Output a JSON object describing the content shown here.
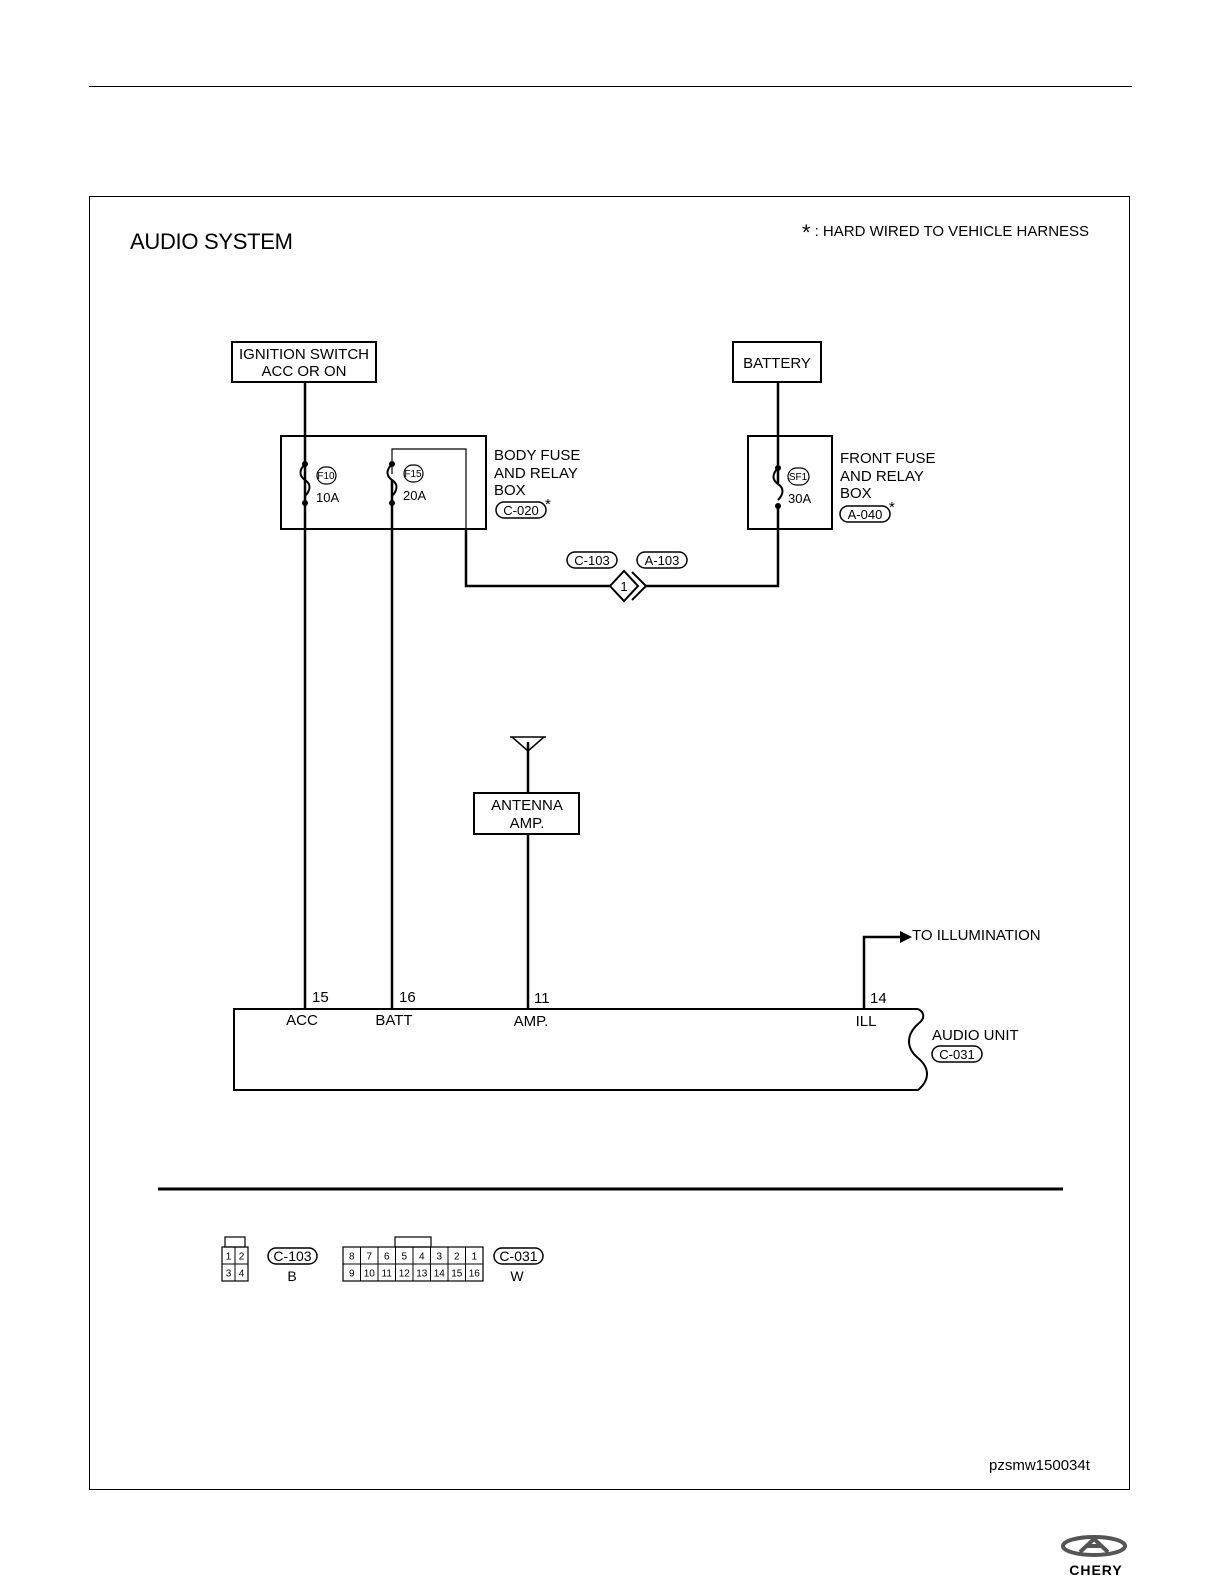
{
  "title": "AUDIO SYSTEM",
  "note": {
    "symbol": "*",
    "text": ": HARD WIRED TO VEHICLE HARNESS"
  },
  "doc_id": "pzsmw150034t",
  "components": {
    "ignition_switch": {
      "line1": "IGNITION SWITCH",
      "line2": "ACC OR ON"
    },
    "battery": {
      "label": "BATTERY"
    },
    "body_fuse_box": {
      "line1": "BODY FUSE",
      "line2": "AND RELAY",
      "line3": "BOX",
      "connector": "C-020",
      "mark": "*",
      "fuses": [
        {
          "id": "F10",
          "rating": "10A"
        },
        {
          "id": "F15",
          "rating": "20A"
        }
      ]
    },
    "front_fuse_box": {
      "line1": "FRONT FUSE",
      "line2": "AND RELAY",
      "line3": "BOX",
      "connector": "A-040",
      "mark": "*",
      "fuses": [
        {
          "id": "SF1",
          "rating": "30A"
        }
      ]
    },
    "inline_connector": {
      "left": "C-103",
      "right": "A-103",
      "pin": "1"
    },
    "antenna_amp": {
      "line1": "ANTENNA",
      "line2": "AMP."
    },
    "illumination": {
      "label": "TO ILLUMINATION"
    },
    "audio_unit": {
      "line1": "AUDIO UNIT",
      "connector": "C-031",
      "pins": [
        {
          "num": "15",
          "name": "ACC"
        },
        {
          "num": "16",
          "name": "BATT"
        },
        {
          "num": "11",
          "name": "AMP."
        },
        {
          "num": "14",
          "name": "ILL"
        }
      ]
    }
  },
  "connector_views": [
    {
      "id": "C-103",
      "color": "B",
      "top_row": [
        "1",
        "2"
      ],
      "bottom_row": [
        "3",
        "4"
      ]
    },
    {
      "id": "C-031",
      "color": "W",
      "top_row": [
        "8",
        "7",
        "6",
        "5",
        "4",
        "3",
        "2",
        "1"
      ],
      "bottom_row": [
        "9",
        "10",
        "11",
        "12",
        "13",
        "14",
        "15",
        "16"
      ]
    }
  ],
  "logo_text": "CHERY",
  "colors": {
    "line": "#000000",
    "logo": "#c8102e",
    "logo_emblem": "#555555"
  }
}
